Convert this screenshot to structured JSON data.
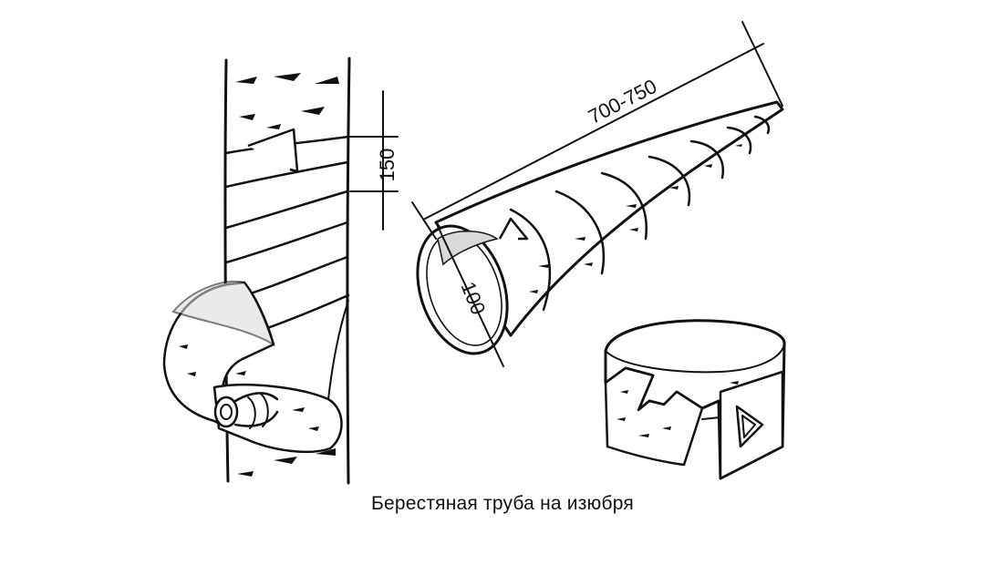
{
  "caption": "Берестяная труба на изюбря",
  "dimensions": {
    "strip_width": "150",
    "horn_length": "700-750",
    "mouth_diameter": "100"
  },
  "colors": {
    "ink": "#111111",
    "paper": "#ffffff",
    "shade": "#d9d9d9"
  }
}
